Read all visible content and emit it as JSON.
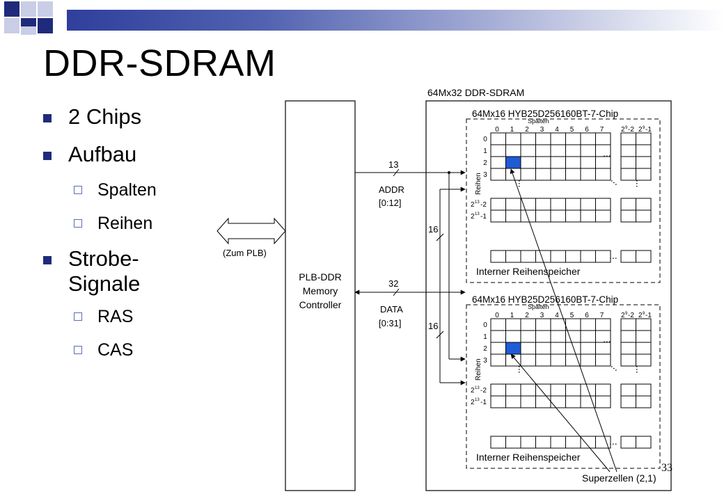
{
  "slide": {
    "title": "DDR-SDRAM",
    "page_number": "33",
    "colors": {
      "bar": "#2f3f9c",
      "bullet": "#1f2b7a",
      "cell_highlight": "#1f5bd6"
    }
  },
  "bullets": {
    "chips": "2 Chips",
    "aufbau": "Aufbau",
    "spalten": "Spalten",
    "reihen": "Reihen",
    "strobe_1": "Strobe-",
    "strobe_2": "Signale",
    "ras": "RAS",
    "cas": "CAS"
  },
  "diagram": {
    "outer_label": "64Mx32 DDR-SDRAM",
    "controller_1": "PLB-DDR",
    "controller_2": "Memory",
    "controller_3": "Controller",
    "plb_label": "(Zum PLB)",
    "addr_width": "13",
    "addr_1": "ADDR",
    "addr_2": "[0:12]",
    "data_width": "32",
    "data_1": "DATA",
    "data_2": "[0:31]",
    "split_width": "16",
    "superzellen": "Superzellen (2,1)",
    "chips": [
      {
        "label": "64Mx16 HYB25D256160BT-7-Chip",
        "spalten": "Spalten",
        "reihen": "Reihen",
        "buffer": "Interner Reihenspeicher"
      },
      {
        "label": "64Mx16 HYB25D256160BT-7-Chip",
        "spalten": "Spalten",
        "reihen": "Reihen",
        "buffer": "Interner Reihenspeicher"
      }
    ],
    "col_labels": [
      "0",
      "1",
      "2",
      "3",
      "4",
      "5",
      "6",
      "7"
    ],
    "col_last": [
      "2",
      "9",
      "-2"
    ],
    "col_end": [
      "2",
      "9",
      "-1"
    ],
    "row_labels": [
      "0",
      "1",
      "2",
      "3"
    ],
    "row_last": [
      "2",
      "13",
      "-2"
    ],
    "row_end": [
      "2",
      "13",
      "-1"
    ],
    "ellipsis": "..."
  }
}
